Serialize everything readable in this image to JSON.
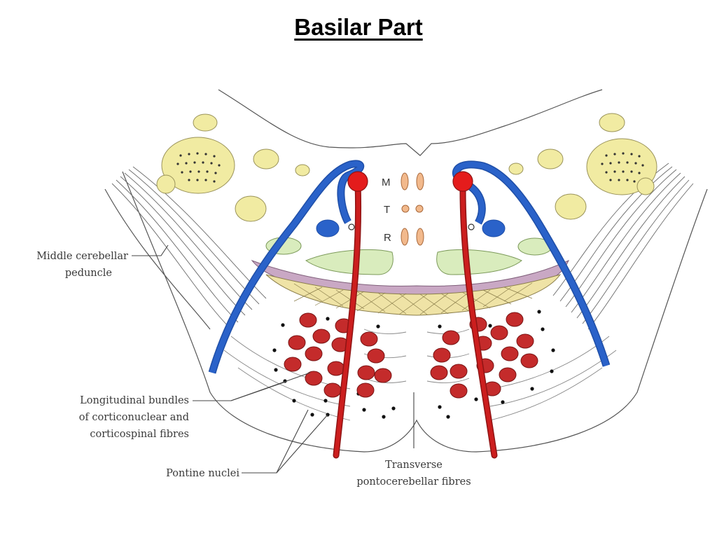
{
  "title": "Basilar Part",
  "diagram": {
    "nuclei_labels": {
      "m": "M",
      "t": "T",
      "r": "R"
    },
    "labels": {
      "middle_cerebellar_peduncle": [
        "Middle cerebellar",
        "peduncle"
      ],
      "longitudinal_bundles": [
        "Longitudinal bundles",
        "of corticonuclear and",
        "corticospinal fibres"
      ],
      "pontine_nuclei": "Pontine nuclei",
      "transverse_fibres": [
        "Transverse",
        "pontocerebellar fibres"
      ]
    },
    "colors": {
      "tract_red": "#cc1e1e",
      "lemniscus_blue": "#2a62c9",
      "nucleus_yellow": "#f1eba2",
      "nucleus_green": "#d9ecbd",
      "nucleus_orange": "#f2b98c",
      "lemniscus_purple": "#c9a8c4",
      "lemniscus_yellow": "#efe3a6",
      "bundle_red": "#c42b2b"
    }
  }
}
